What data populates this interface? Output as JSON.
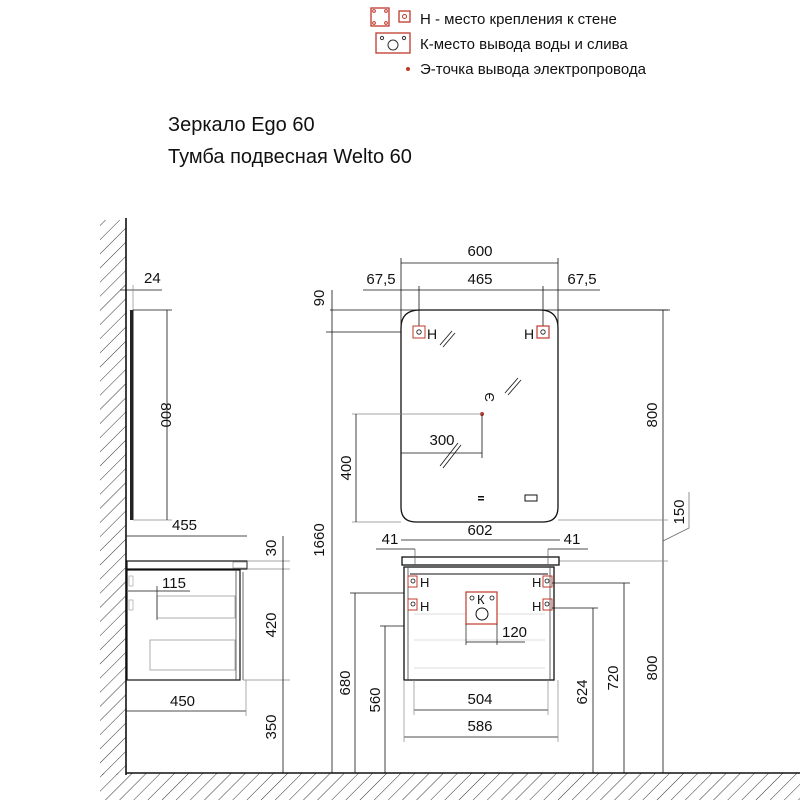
{
  "legend": {
    "items": [
      {
        "icon": "wall-mount-icon",
        "label": "Н - место крепления к стене"
      },
      {
        "icon": "water-outlet-icon",
        "label": "К-место вывода воды и слива"
      },
      {
        "icon": "electric-point-icon",
        "label": "Э-точка вывода электропровода"
      }
    ]
  },
  "titles": {
    "mirror": "Зеркало Ego 60",
    "cabinet": "Тумба подвесная Welto 60"
  },
  "colors": {
    "line": "#111111",
    "accent_red": "#c0392b",
    "hatch": "#333333",
    "gray": "#8a8a8a"
  },
  "side_view": {
    "mirror_depth": "24",
    "mirror_height": "800",
    "top_depth": "455",
    "top_thickness": "30",
    "drawer_offset": "115",
    "cabinet_height": "420",
    "cabinet_depth": "450",
    "floor_to_cabinet": "350"
  },
  "front_view": {
    "mirror_width": "600",
    "mount_offset_left": "67,5",
    "mount_spacing": "465",
    "mount_offset_right": "67,5",
    "mount_from_top": "90",
    "mirror_height": "800",
    "electric_from_bottom": "400",
    "electric_from_left": "300",
    "electric_label": "Э",
    "gap_mirror_cabinet": "150",
    "total_height": "1660",
    "top_width": "602",
    "top_overhang_left": "41",
    "top_overhang_right": "41",
    "mount_label": "Н",
    "water_label": "К",
    "water_offset": "120",
    "height_680": "680",
    "height_560": "560",
    "inner_width": "504",
    "outer_width": "586",
    "height_624": "624",
    "height_720": "720",
    "height_800": "800"
  }
}
